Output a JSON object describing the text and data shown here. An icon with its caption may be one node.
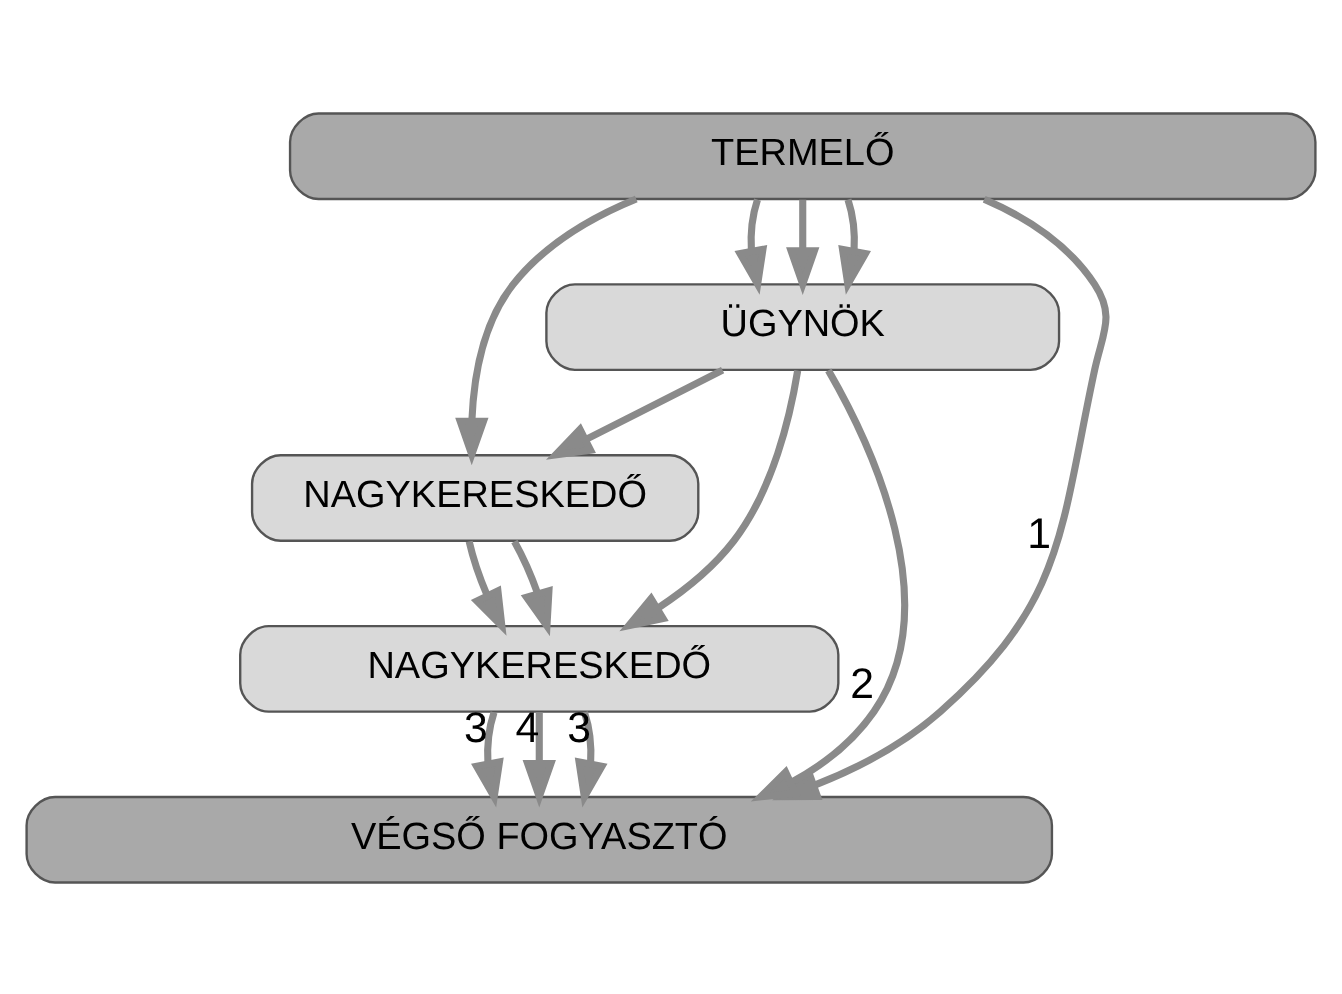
{
  "diagram": {
    "nodes": [
      {
        "text": [
          "TERMELŐ"
        ]
      },
      {
        "text": [
          "ÜGYNÖK"
        ]
      },
      {
        "text": [
          "NAGYKERESKEDŐ"
        ]
      },
      {
        "text": [
          "NAGYKERESKEDŐ"
        ]
      },
      {
        "text": [
          "VÉGSŐ FOGYASZTÓ"
        ]
      }
    ],
    "edges": [
      {
        "from": 0,
        "to": 4,
        "arrow": "to",
        "label": "1"
      },
      {
        "from": 0,
        "to": 2,
        "arrow": "to"
      },
      {
        "from": 2,
        "to": 3,
        "arrow": "to"
      },
      {
        "from": 3,
        "to": 4,
        "arrow": "to",
        "label": "3"
      },
      {
        "from": 0,
        "to": 1,
        "arrow": "to"
      },
      {
        "from": 1,
        "to": 2,
        "arrow": "to"
      },
      {
        "from": 2,
        "to": 3,
        "arrow": "to"
      },
      {
        "from": 3,
        "to": 4,
        "arrow": "to",
        "label": "4"
      },
      {
        "from": 0,
        "to": 1,
        "arrow": "to"
      },
      {
        "from": 1,
        "to": 3,
        "arrow": "to"
      },
      {
        "from": 3,
        "to": 4,
        "arrow": "to",
        "label": "3"
      },
      {
        "from": 0,
        "to": 1,
        "arrow": "to"
      },
      {
        "from": 1,
        "to": 4,
        "arrow": "to",
        "label": "2"
      }
    ]
  }
}
